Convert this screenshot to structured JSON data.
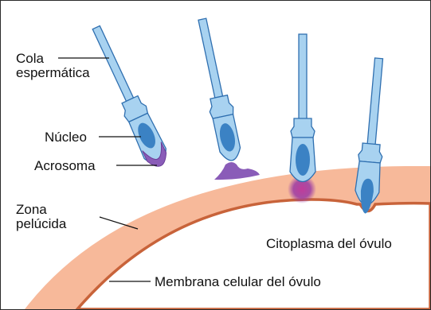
{
  "labels": {
    "tail": [
      "Cola",
      "espermática"
    ],
    "nucleus": "Núcleo",
    "acrosome": "Acrosoma",
    "zona": [
      "Zona",
      "pelúcida"
    ],
    "cytoplasm": "Citoplasma del óvulo",
    "membrane": "Membrana celular del óvulo"
  },
  "colors": {
    "sperm_body": "#a8d2f0",
    "sperm_outline": "#2f6fb0",
    "nucleus": "#3b82c4",
    "acrosome": "#8a5cb8",
    "zona_pellucida": "#f7b99a",
    "cell_membrane": "#c8633a",
    "cytoplasm": "#ffffff",
    "leader_line": "#111111"
  }
}
